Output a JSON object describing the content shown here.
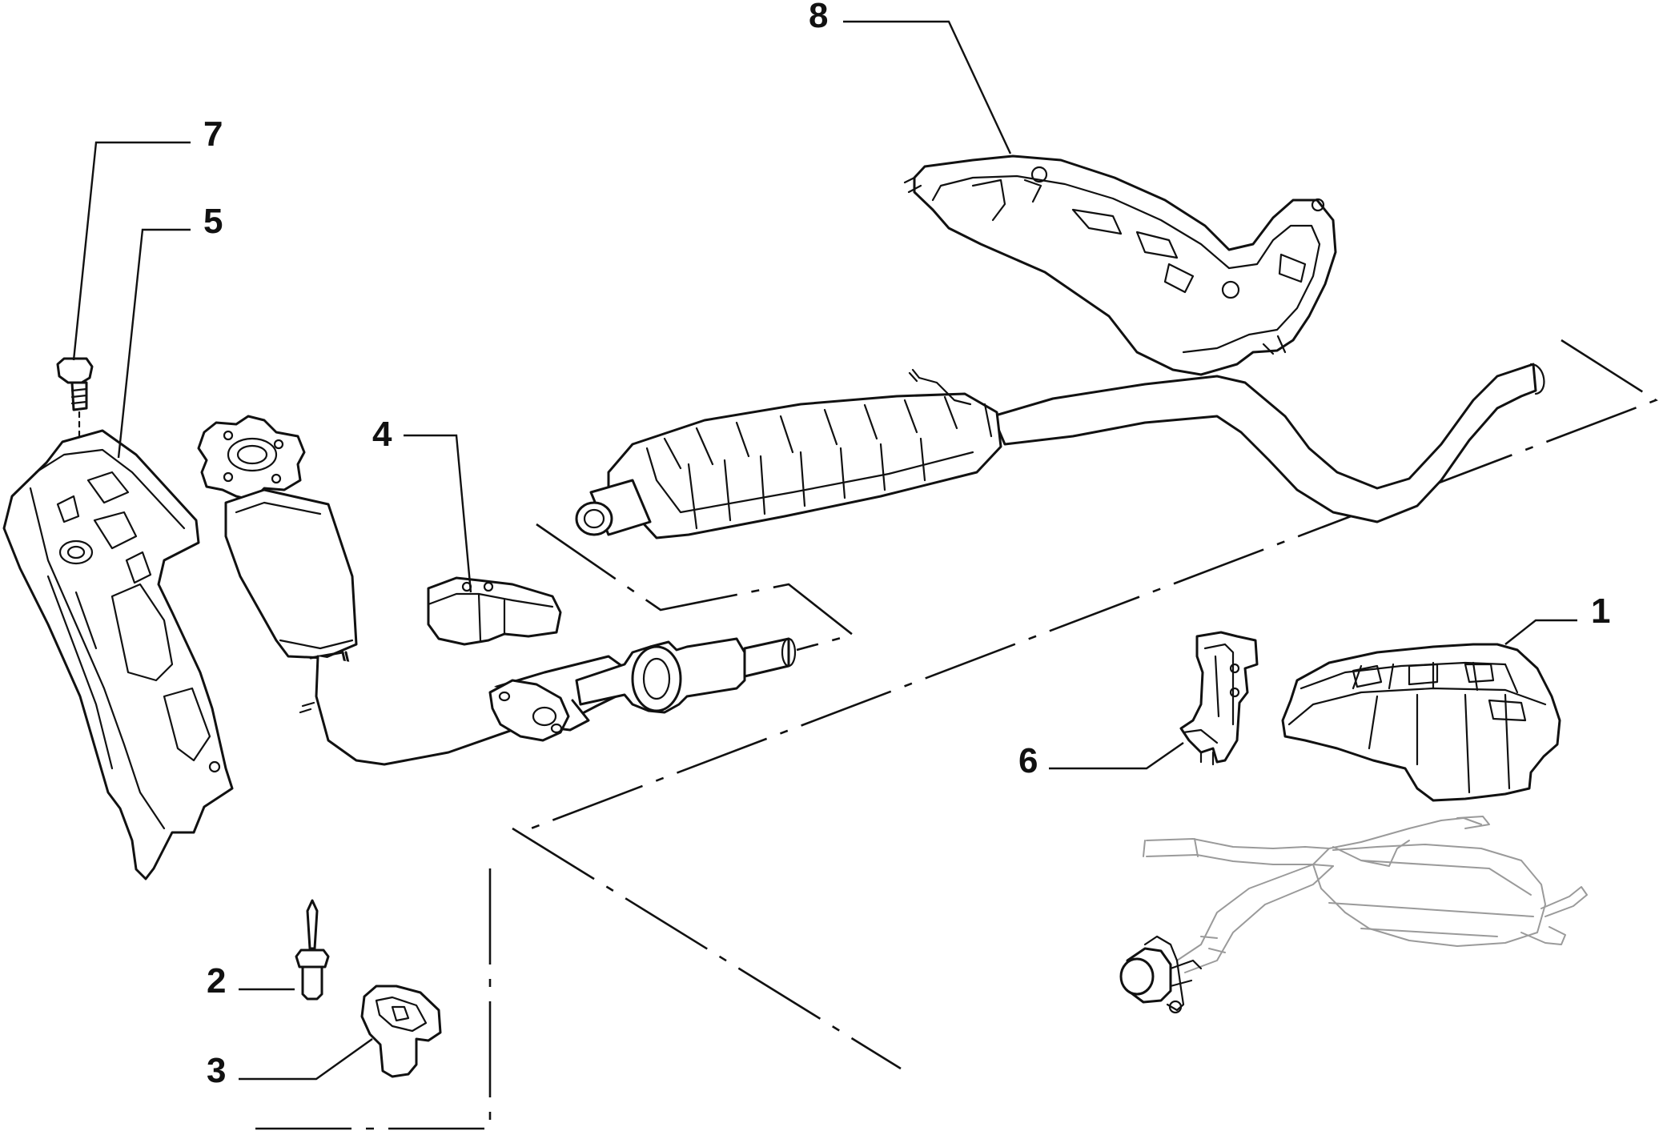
{
  "diagram": {
    "callouts": [
      {
        "id": "1",
        "label": "1",
        "part": "rear-muffler-heat-shield"
      },
      {
        "id": "2",
        "label": "2",
        "part": "rivet-pin"
      },
      {
        "id": "3",
        "label": "3",
        "part": "rubber-grommet"
      },
      {
        "id": "4",
        "label": "4",
        "part": "rubber-mount"
      },
      {
        "id": "5",
        "label": "5",
        "part": "manifold-heat-shield"
      },
      {
        "id": "6",
        "label": "6",
        "part": "mounting-bracket"
      },
      {
        "id": "7",
        "label": "7",
        "part": "bolt"
      },
      {
        "id": "8",
        "label": "8",
        "part": "underbody-heat-shield"
      }
    ]
  }
}
